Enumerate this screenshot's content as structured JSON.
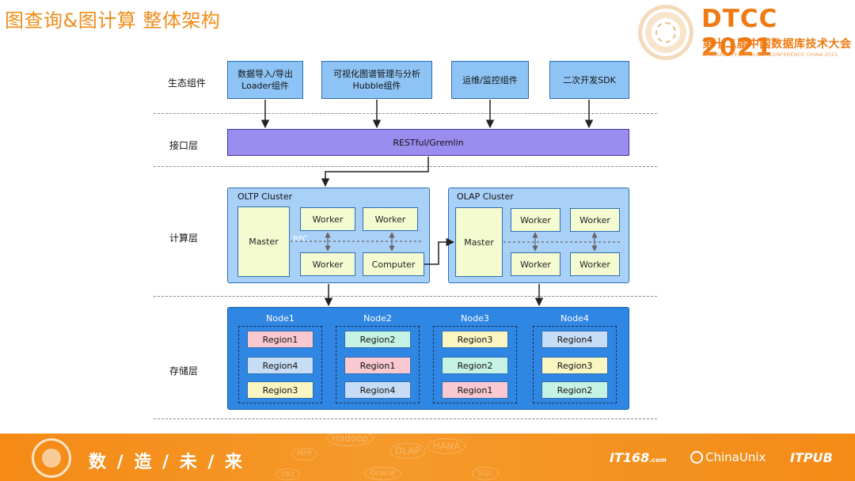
{
  "header": {
    "title": "图查询&图计算 整体架构",
    "logo_main": "DTCC 2021",
    "logo_sub": "第十二届中国数据库技术大会",
    "logo_en": "DATABASE TECHNOLOGY CONFERENCE CHINA 2021"
  },
  "layers": {
    "ecosystem": "生态组件",
    "interface": "接口层",
    "compute": "计算层",
    "storage": "存储层"
  },
  "ecosystem": [
    {
      "line1": "数据导入/导出",
      "line2": "Loader组件"
    },
    {
      "line1": "可视化图谱管理与分析",
      "line2": "Hubble组件"
    },
    {
      "line1": "运维/监控组件",
      "line2": ""
    },
    {
      "line1": "二次开发SDK",
      "line2": ""
    }
  ],
  "interface": {
    "label": "RESTful/Gremlin"
  },
  "oltp": {
    "title": "OLTP Cluster",
    "master": "Master",
    "rpc": "RPC",
    "workers": [
      "Worker",
      "Worker",
      "Worker",
      "Computer"
    ]
  },
  "olap": {
    "title": "OLAP Cluster",
    "master": "Master",
    "workers": [
      "Worker",
      "Worker",
      "Worker",
      "Worker"
    ]
  },
  "storage_nodes": [
    {
      "name": "Node1",
      "regions": [
        {
          "label": "Region1",
          "color": "#f9c9cf"
        },
        {
          "label": "Region4",
          "color": "#c7dcf5"
        },
        {
          "label": "Region3",
          "color": "#f9f6c2"
        }
      ]
    },
    {
      "name": "Node2",
      "regions": [
        {
          "label": "Region2",
          "color": "#c5f2e2"
        },
        {
          "label": "Region1",
          "color": "#f9c9cf"
        },
        {
          "label": "Region4",
          "color": "#c7dcf5"
        }
      ]
    },
    {
      "name": "Node3",
      "regions": [
        {
          "label": "Region3",
          "color": "#f9f6c2"
        },
        {
          "label": "Region2",
          "color": "#c5f2e2"
        },
        {
          "label": "Region1",
          "color": "#f9c9cf"
        }
      ]
    },
    {
      "name": "Node4",
      "regions": [
        {
          "label": "Region4",
          "color": "#c7dcf5"
        },
        {
          "label": "Region3",
          "color": "#f9f6c2"
        },
        {
          "label": "Region2",
          "color": "#c5f2e2"
        }
      ]
    }
  ],
  "footer": {
    "slogan": "数 / 造 / 未 / 来",
    "watermarks": [
      "Hadoop",
      "OLAP",
      "HANA",
      "MPP",
      "Oracle",
      "SQL",
      "DB2"
    ],
    "brand1": "IT168",
    "brand1_suffix": ".com",
    "brand2": "ChinaUnix",
    "brand3": "ITPUB"
  },
  "colors": {
    "accent": "#f08c18",
    "ecosystem_fill": "#8ec4f5",
    "interface_fill": "#9b8df0",
    "cluster_fill": "#a9d0f7",
    "master_fill": "#f4fbd0",
    "storage_fill": "#2f86e3"
  }
}
